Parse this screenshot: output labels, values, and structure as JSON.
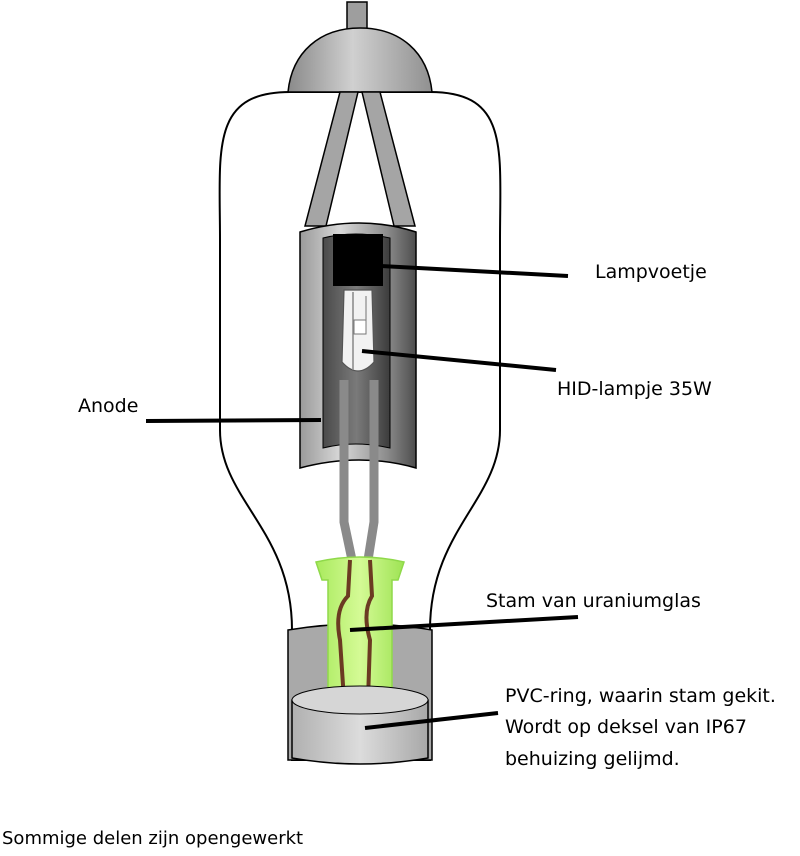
{
  "labels": {
    "lampvoetje": "Lampvoetje",
    "hid_lamp": "HID-lampje 35W",
    "anode": "Anode",
    "stam": "Stam van uraniumglas",
    "pvc_line1": "PVC-ring, waarin stam gekit.",
    "pvc_line2": "Wordt op deksel van IP67",
    "pvc_line3": "behuizing gelijmd."
  },
  "caption": "Sommige delen zijn opengewerkt",
  "colors": {
    "metal": "#a9a9a9",
    "metal_dark": "#6e6e6e",
    "anode_light": "#d3d3d3",
    "anode_dark": "#5a5a5a",
    "uranium_glass": "#b8f075",
    "uranium_glass_edge": "#8fd94a",
    "wire": "#6b3a22",
    "pvc": "#c8c8c8",
    "socket": "#000000"
  }
}
